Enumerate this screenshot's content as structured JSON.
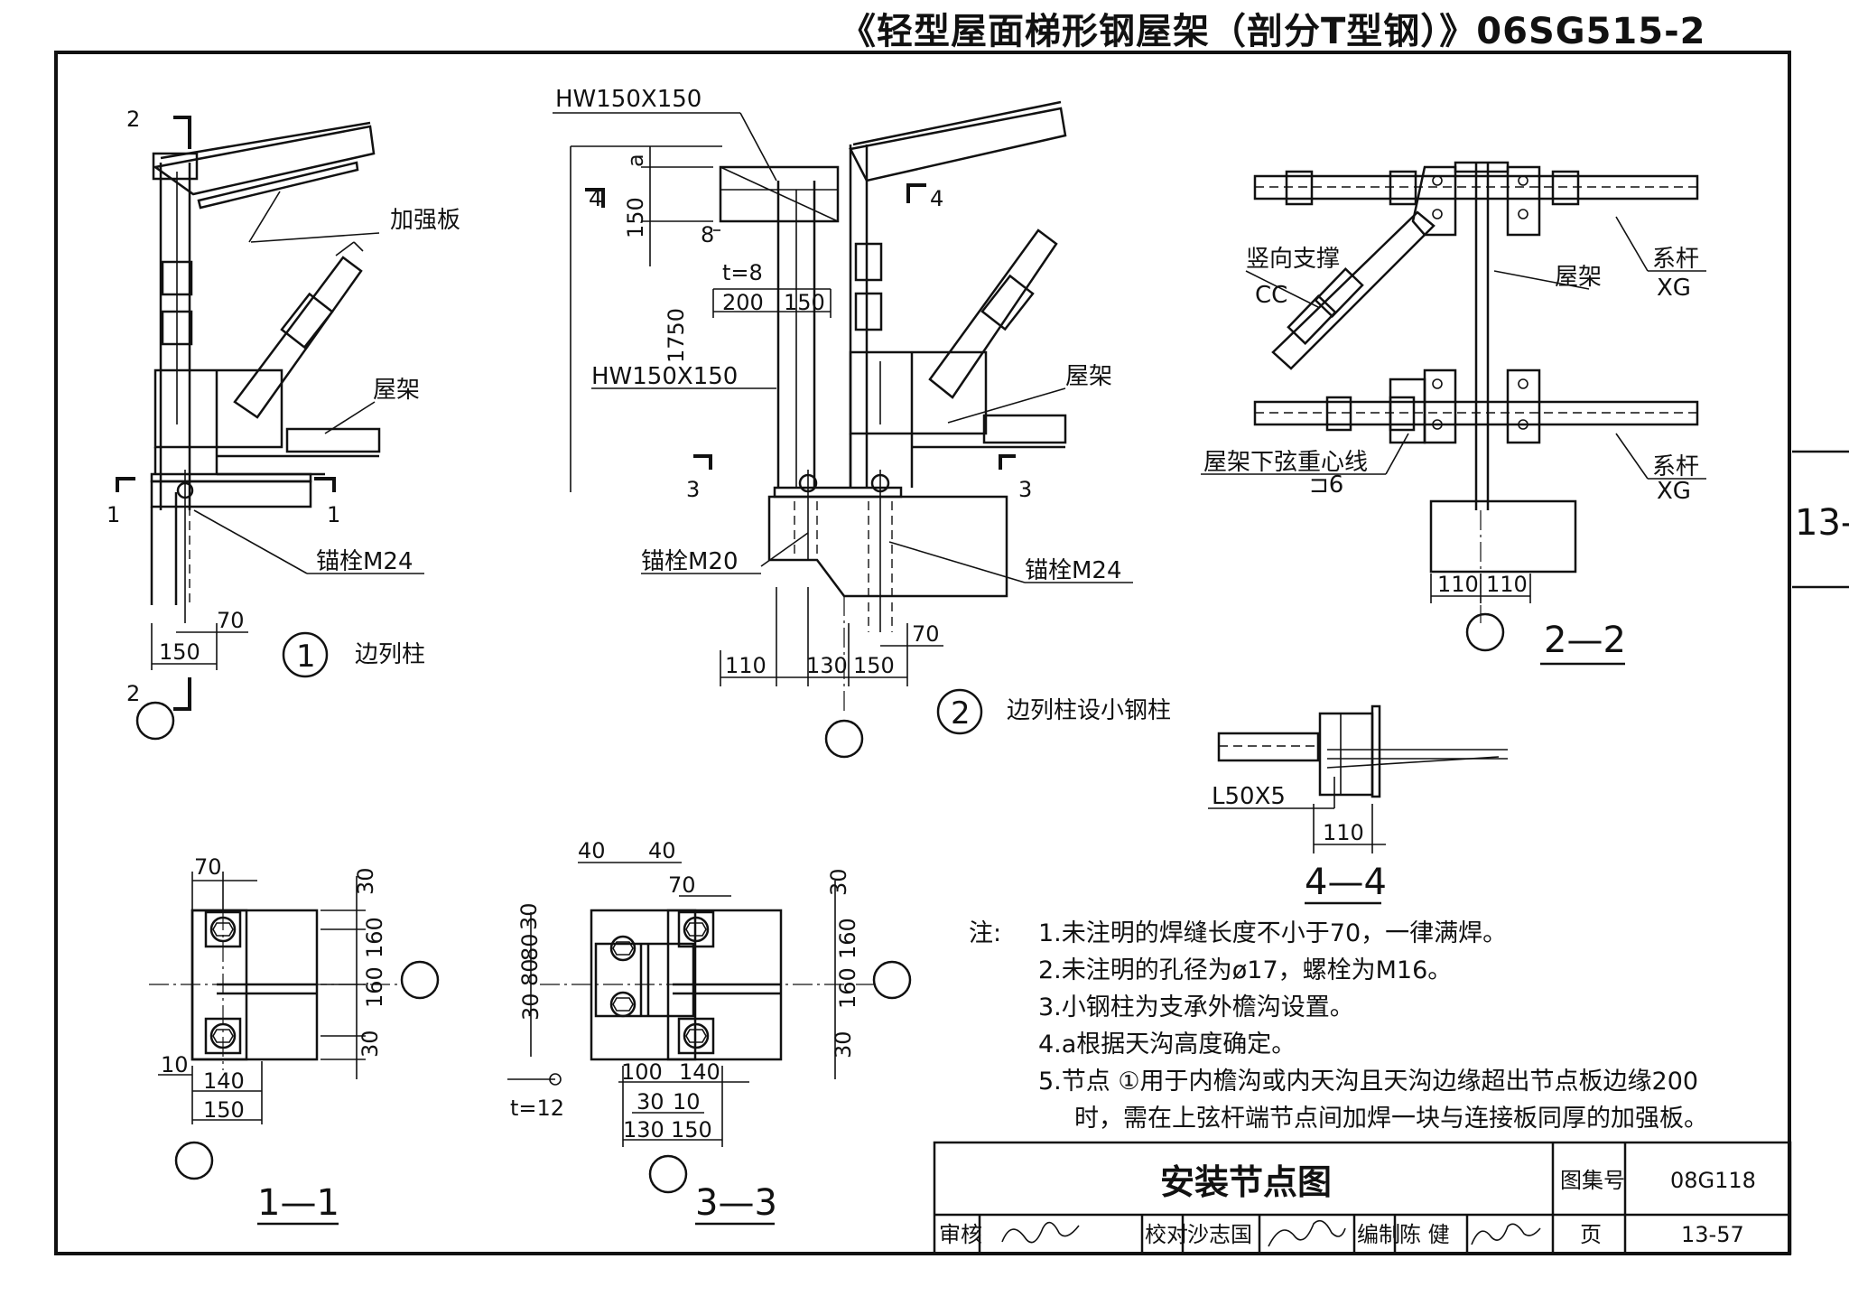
{
  "header": {
    "title": "《轻型屋面梯形钢屋架（剖分T型钢）》06SG515-2"
  },
  "side_tab": {
    "text": "13-"
  },
  "detail1": {
    "section_marks": [
      "2",
      "2",
      "1",
      "1"
    ],
    "labels": [
      "加强板",
      "屋架",
      "锚栓M24"
    ],
    "dims": [
      "70",
      "150"
    ],
    "caption_number": "1",
    "caption": "边列柱"
  },
  "detail2": {
    "labels": [
      "HW150X150",
      "HW150X150",
      "屋架",
      "锚栓M20",
      "锚栓M24"
    ],
    "section_marks": [
      "4",
      "4",
      "3",
      "3"
    ],
    "dims": [
      "a",
      "150",
      "8",
      "t=8",
      "200",
      "150",
      "1750",
      "70",
      "110",
      "130",
      "150"
    ],
    "caption_number": "2",
    "caption": "边列柱设小钢柱"
  },
  "detail22": {
    "labels": [
      "竖向支撑",
      "CC",
      "屋架",
      "系杆",
      "XG",
      "屋架下弦重心线",
      "系杆",
      "XG",
      "⊐6"
    ],
    "dims": [
      "110",
      "110"
    ],
    "caption": "2—2"
  },
  "detail44": {
    "labels": [
      "L50X5"
    ],
    "dims": [
      "110"
    ],
    "caption": "4—4"
  },
  "detail11": {
    "dims": [
      "70",
      "30",
      "160",
      "160",
      "30",
      "10",
      "140",
      "150"
    ],
    "caption": "1—1"
  },
  "detail33": {
    "dims": [
      "40",
      "40",
      "70",
      "30",
      "80",
      "80",
      "30",
      "30",
      "160",
      "160",
      "30",
      "100",
      "140",
      "30",
      "10",
      "130",
      "150",
      "t=12"
    ],
    "caption": "3—3"
  },
  "notes": {
    "prefix": "注:",
    "items": [
      "1.未注明的焊缝长度不小于70，一律满焊。",
      "2.未注明的孔径为ø17，螺栓为M16。",
      "3.小钢柱为支承外檐沟设置。",
      "4.a根据天沟高度确定。",
      "5.节点 ①用于内檐沟或内天沟且天沟边缘超出节点板边缘200",
      "时，需在上弦杆端节点间加焊一块与连接板同厚的加强板。"
    ]
  },
  "title_block": {
    "title": "安装节点图",
    "atlas_label": "图集号",
    "atlas_no": "08G118",
    "page_label": "页",
    "page_no": "13-57",
    "review_label": "审核",
    "review_name": "",
    "check_label": "校对",
    "check_name": "沙志国",
    "draft_label": "编制",
    "draft_name": "陈  健"
  }
}
